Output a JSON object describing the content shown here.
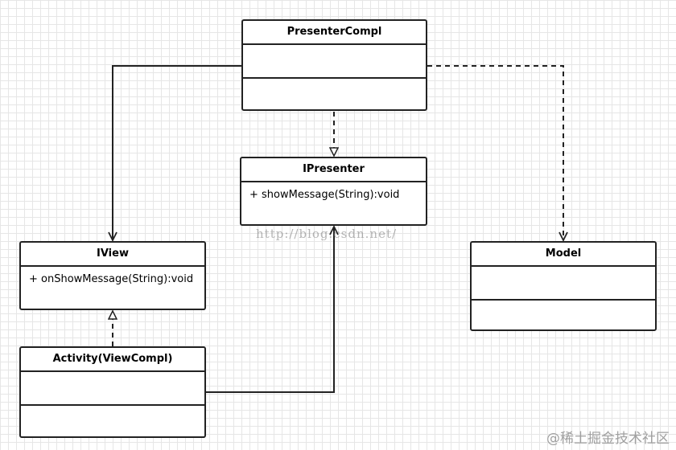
{
  "classes": {
    "presenter_compl": {
      "name": "PresenterCompl",
      "operations": ""
    },
    "ipresenter": {
      "name": "IPresenter",
      "operations": "+ showMessage(String):void"
    },
    "iview": {
      "name": "IView",
      "operations": "+ onShowMessage(String):void"
    },
    "model": {
      "name": "Model",
      "operations": ""
    },
    "activity": {
      "name": "Activity(ViewCompl)",
      "operations": ""
    }
  },
  "watermarks": {
    "url": "http://blog.csdn.net/",
    "site": "@稀土掘金技术社区"
  }
}
